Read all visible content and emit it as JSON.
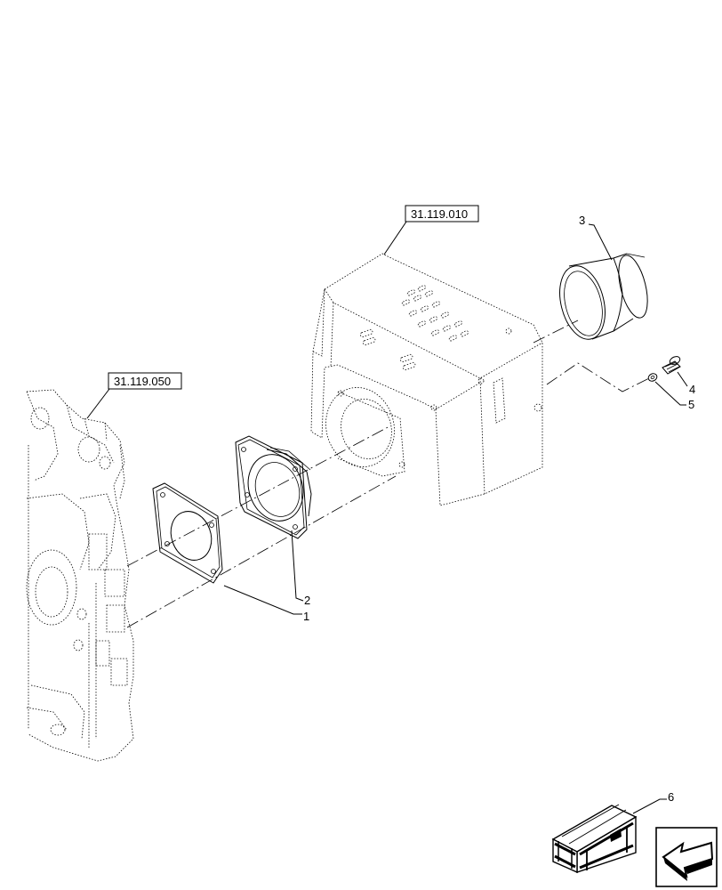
{
  "references": [
    {
      "id": "ref-31-119-010",
      "label": "31.119.010"
    },
    {
      "id": "ref-31-119-050",
      "label": "31.119.050"
    }
  ],
  "callouts": [
    {
      "id": "callout-1",
      "label": "1"
    },
    {
      "id": "callout-2",
      "label": "2"
    },
    {
      "id": "callout-3",
      "label": "3"
    },
    {
      "id": "callout-4",
      "label": "4"
    },
    {
      "id": "callout-5",
      "label": "5"
    },
    {
      "id": "callout-6",
      "label": "6"
    }
  ],
  "icons": {
    "kit": "parts-kit-crate-icon",
    "navigation": "previous-page-arrow-icon"
  }
}
